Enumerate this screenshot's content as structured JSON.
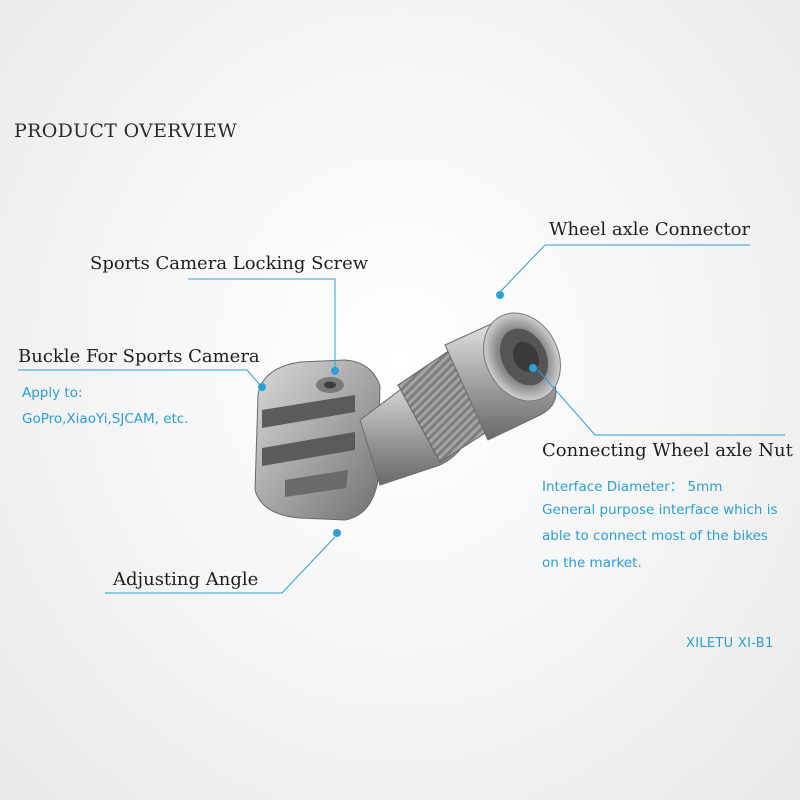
{
  "heading": "PRODUCT OVERVIEW",
  "callouts": {
    "wheel_axle_connector": "Wheel axle Connector",
    "locking_screw": "Sports Camera Locking Screw",
    "buckle": "Buckle For Sports Camera",
    "wheel_axle_nut": "Connecting Wheel axle Nut",
    "adjusting_angle": "Adjusting Angle"
  },
  "apply_to": {
    "line1": "Apply to:",
    "line2": "GoPro,XiaoYi,SJCAM, etc."
  },
  "nut_spec": {
    "diameter": "Interface Diameter：  5mm",
    "desc1": "General purpose interface which is",
    "desc2": "able to connect most of the bikes",
    "desc3": "on the market."
  },
  "model": "XILETU XI-B1",
  "colors": {
    "accent": "#2a9fd8",
    "text": "#1e1e1e",
    "heading": "#2c2c2c"
  }
}
